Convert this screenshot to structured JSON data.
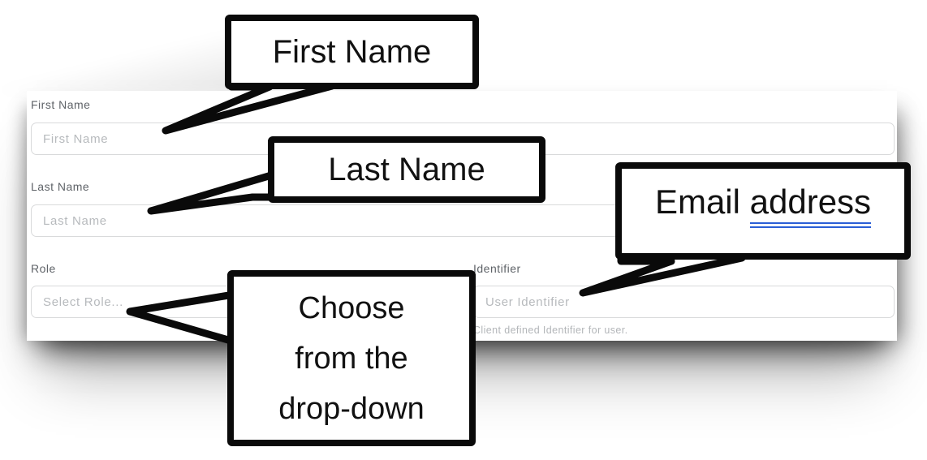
{
  "form": {
    "fields": [
      {
        "label": "First Name",
        "placeholder": "First Name"
      },
      {
        "label": "Last Name",
        "placeholder": "Last Name"
      },
      {
        "label": "Role",
        "placeholder": "Select Role..."
      },
      {
        "label": "Identifier",
        "placeholder": "User Identifier",
        "helper": "Client defined Identifier for user."
      }
    ]
  },
  "callouts": {
    "first_name": {
      "text": "First Name"
    },
    "last_name": {
      "text": "Last Name"
    },
    "email": {
      "word1": "Email",
      "word2": "address"
    },
    "role": {
      "lines": [
        "Choose",
        "from the",
        "drop-down"
      ]
    }
  },
  "colors": {
    "callout_border": "#0a0a0a",
    "underline_blue": "#2b5fd6",
    "label_gray": "#5f6368",
    "placeholder_gray": "#b7babd",
    "helper_gray": "#b3b6b9",
    "input_border": "#d9dadb"
  }
}
